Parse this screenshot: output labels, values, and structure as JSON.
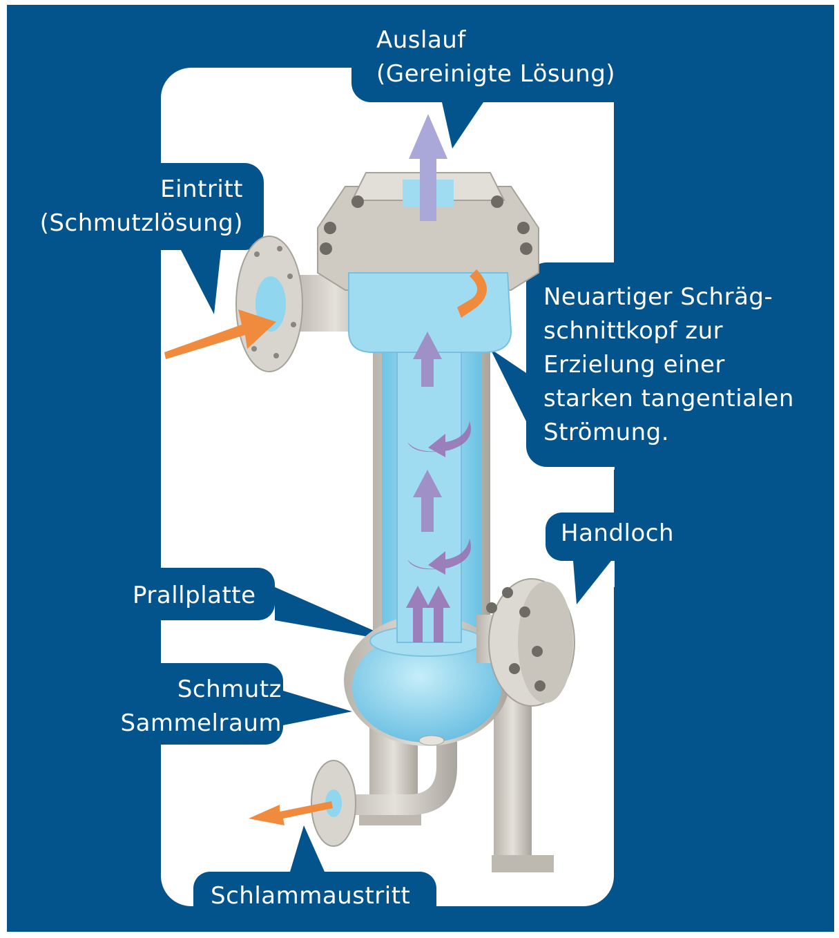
{
  "labels": {
    "outlet": "Auslauf\n(Gereinigte Lösung)",
    "inlet": "Eintritt\n(Schmutzlösung)",
    "head": "Neuartiger Schräg-\nschnittkopf zur\nErzielung einer\nstarken tangentialen\nStrömung.",
    "handhole": "Handloch",
    "baffle": "Prallplatte",
    "dirt_chamber": "Schmutz\nSammelraum",
    "sludge_outlet": "Schlammaustritt"
  },
  "colors": {
    "frame": "#03538c",
    "panel": "#ffffff",
    "liquid": "#8fd6ee",
    "steel": "#d4d0c8",
    "inflow_arrow": "#f08a3c",
    "flow_arrow": "#a08cc0"
  }
}
